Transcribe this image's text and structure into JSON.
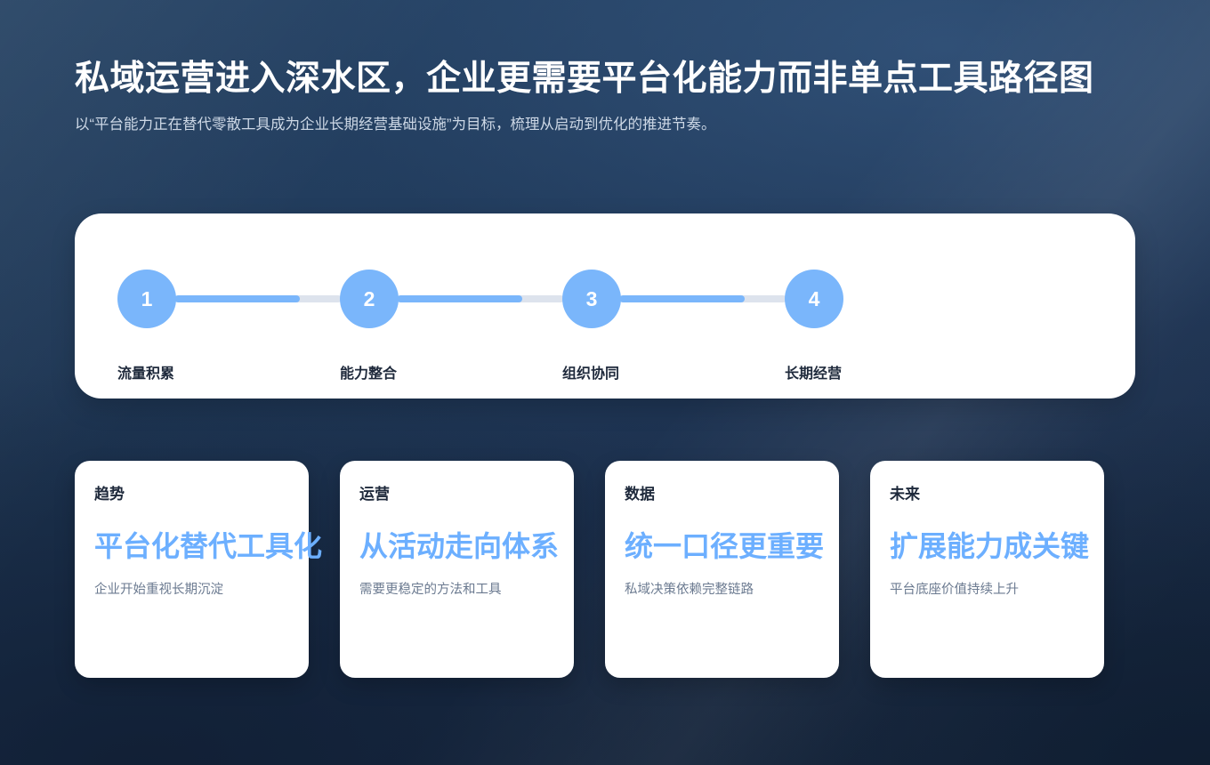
{
  "header": {
    "title": "私域运营进入深水区，企业更需要平台化能力而非单点工具路径图",
    "subtitle": "以“平台能力正在替代零散工具成为企业长期经营基础设施”为目标，梳理从启动到优化的推进节奏。"
  },
  "timeline": {
    "steps": [
      {
        "number": "1",
        "label": "流量积累"
      },
      {
        "number": "2",
        "label": "能力整合"
      },
      {
        "number": "3",
        "label": "组织协同"
      },
      {
        "number": "4",
        "label": "长期经营"
      }
    ]
  },
  "cards": [
    {
      "tag": "趋势",
      "headline": "平台化替代工具化",
      "sub": "企业开始重视长期沉淀"
    },
    {
      "tag": "运营",
      "headline": "从活动走向体系",
      "sub": "需要更稳定的方法和工具"
    },
    {
      "tag": "数据",
      "headline": "统一口径更重要",
      "sub": "私域决策依赖完整链路"
    },
    {
      "tag": "未来",
      "headline": "扩展能力成关键",
      "sub": "平台底座价值持续上升"
    }
  ],
  "colors": {
    "accent": "#7ab6fb",
    "headline_blue": "#6cafff",
    "track_inactive": "#dde3ed",
    "card_bg": "#ffffff",
    "text_dark": "#1e293b",
    "text_muted": "#6b7a90",
    "bg_top": "#24405f",
    "bg_bottom": "#16273e"
  }
}
